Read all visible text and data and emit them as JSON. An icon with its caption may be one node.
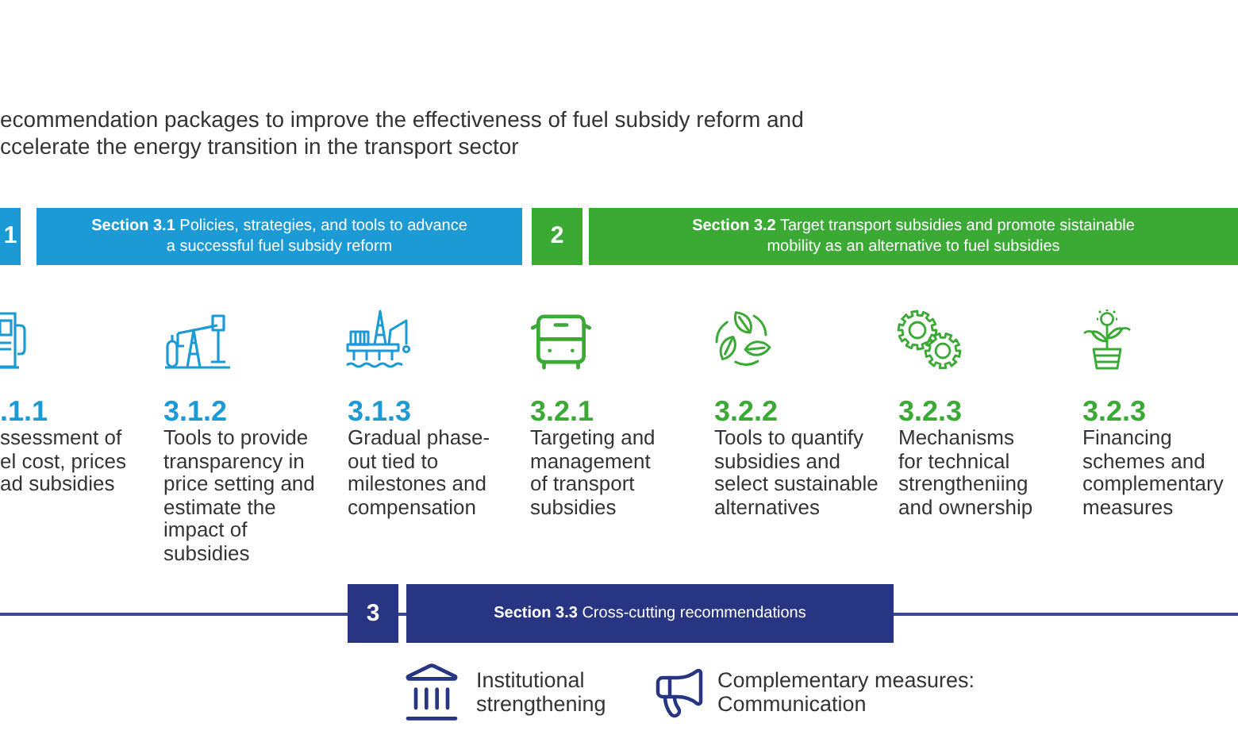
{
  "diagram": {
    "title": "ecommendation packages to improve the effectiveness of fuel subsidy reform and ccelerate the energy transition in the transport sector",
    "nodes": [
      {
        "text": [
          "1"
        ]
      },
      {
        "text": [
          "**Section 3.1** Policies, strategies, and tools to advance a successful fuel subsidy reform"
        ]
      },
      {
        "text": [
          "2"
        ]
      },
      {
        "text": [
          "**Section 3.2** Target transport subsidies and promote sistainable mobility as an alternative to fuel subsidies"
        ]
      },
      {
        "text": [
          "3"
        ]
      },
      {
        "text": [
          "**Section 3.3** Cross-cutting recommendations"
        ]
      }
    ],
    "labels": [
      ".1.1",
      "ssessment of el cost, prices ad subsidies",
      "3.1.2",
      "Tools to provide transparency in price setting and estimate the impact of subsidies",
      "3.1.3",
      "Gradual phase-out tied to milestones and compensation",
      "3.2.1",
      "Targeting and management of transport subsidies",
      "3.2.2",
      "Tools to quantify subsidies and select sustainable alternatives",
      "3.2.3",
      "Mechanisms for technical strengtheniing and ownership",
      "3.2.3",
      "Financing schemes and complementary measures",
      "Institutional strengthening",
      "Complementary measures: Communication"
    ]
  }
}
